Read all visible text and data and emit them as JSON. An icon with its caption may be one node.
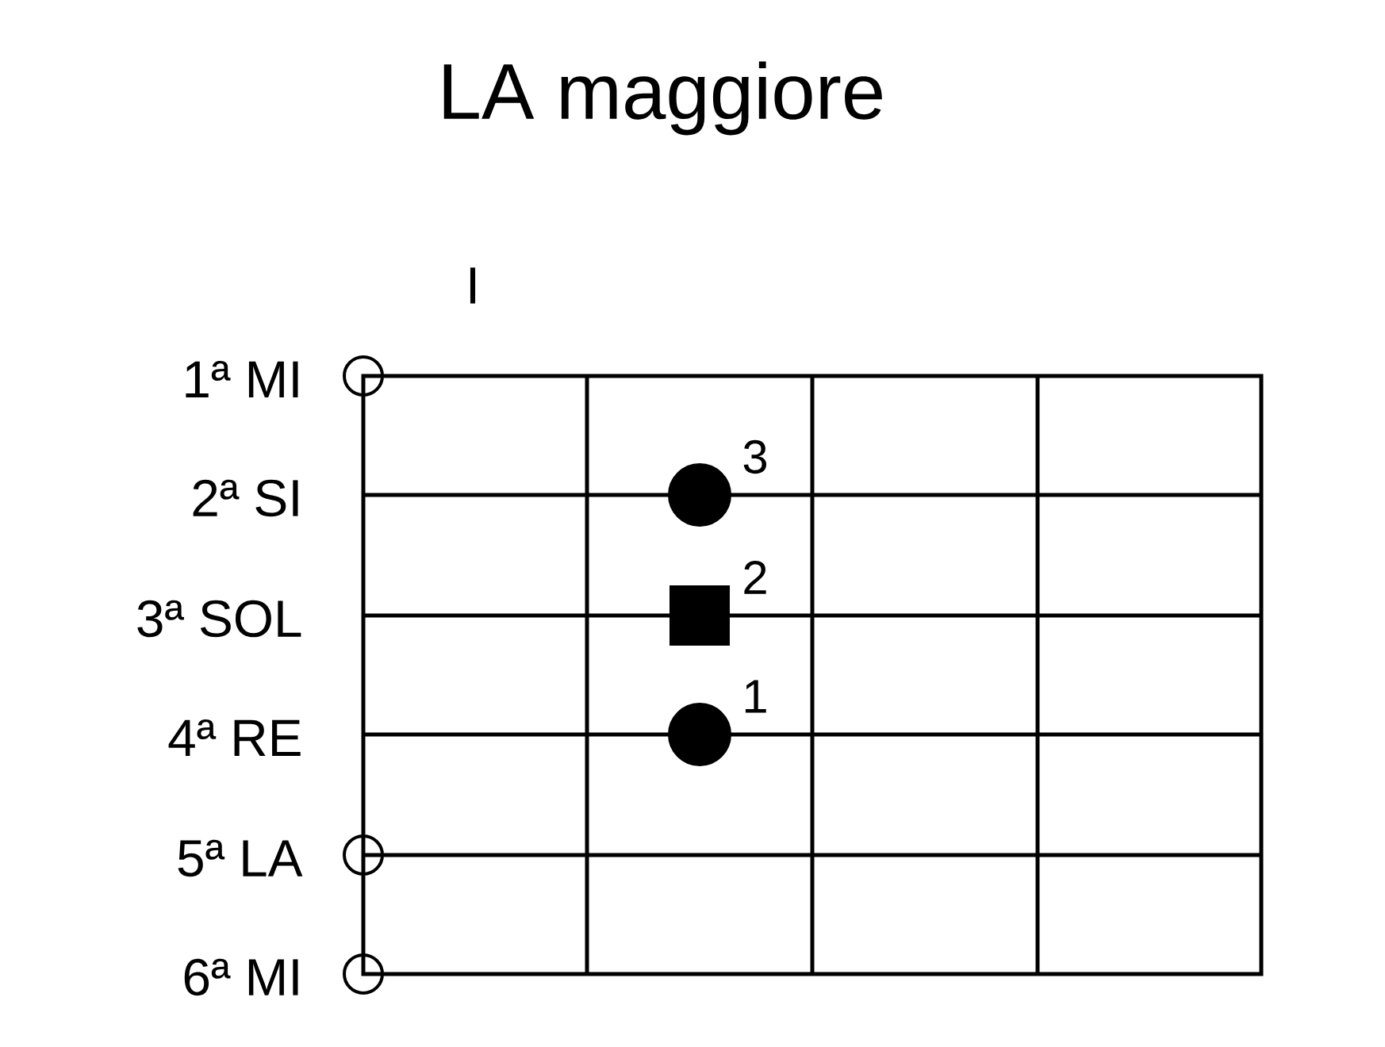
{
  "diagram": {
    "title": "LA maggiore",
    "nodes": [
      {
        "text": [],
        "shape": "circle"
      },
      {
        "text": [],
        "shape": "circle"
      },
      {
        "text": [],
        "shape": "circle"
      },
      {
        "text": [],
        "shape": "circle",
        "beside": [
          "3"
        ]
      },
      {
        "text": [],
        "shape": "box",
        "beside": [
          "2"
        ]
      },
      {
        "text": [],
        "shape": "circle",
        "beside": [
          "1"
        ]
      }
    ],
    "labels": [
      "I",
      "1ª MI",
      "2ª SI",
      "3ª SOL",
      "4ª RE",
      "5ª LA",
      "6ª MI"
    ]
  }
}
